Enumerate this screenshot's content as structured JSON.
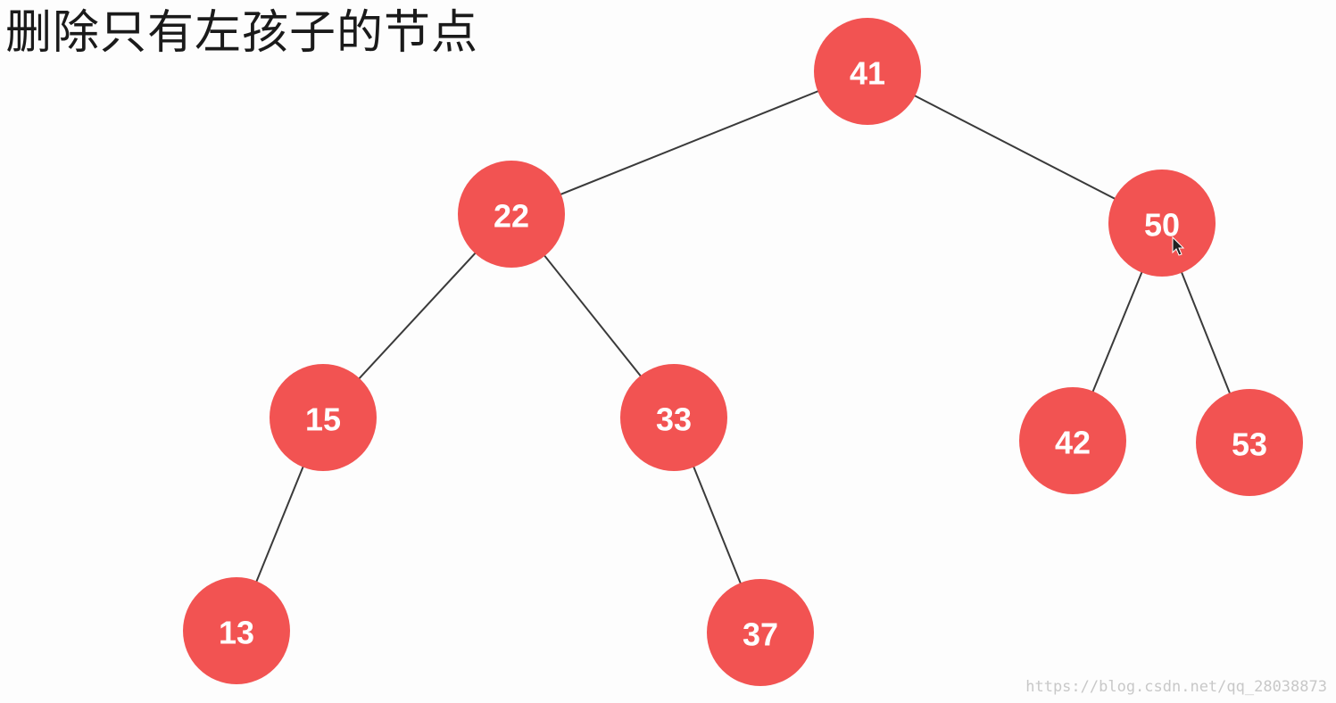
{
  "title": "删除只有左孩子的节点",
  "watermark": "https://blog.csdn.net/qq_28038873",
  "colors": {
    "node_fill": "#f25352",
    "node_text": "#ffffff",
    "edge": "#3a3a3a",
    "background": "#fdfdfd"
  },
  "tree": {
    "root": "41",
    "nodes": [
      {
        "id": "n41",
        "value": "41",
        "left": "n22",
        "right": "n50"
      },
      {
        "id": "n22",
        "value": "22",
        "left": "n15",
        "right": "n33"
      },
      {
        "id": "n50",
        "value": "50",
        "left": "n42",
        "right": "n53"
      },
      {
        "id": "n15",
        "value": "15",
        "left": "n13",
        "right": null
      },
      {
        "id": "n33",
        "value": "33",
        "left": null,
        "right": "n37"
      },
      {
        "id": "n42",
        "value": "42",
        "left": null,
        "right": null
      },
      {
        "id": "n53",
        "value": "53",
        "left": null,
        "right": null
      },
      {
        "id": "n13",
        "value": "13",
        "left": null,
        "right": null
      },
      {
        "id": "n37",
        "value": "37",
        "left": null,
        "right": null
      }
    ]
  },
  "cursor": {
    "icon": "mouse-pointer-icon",
    "over_node": "n50"
  }
}
